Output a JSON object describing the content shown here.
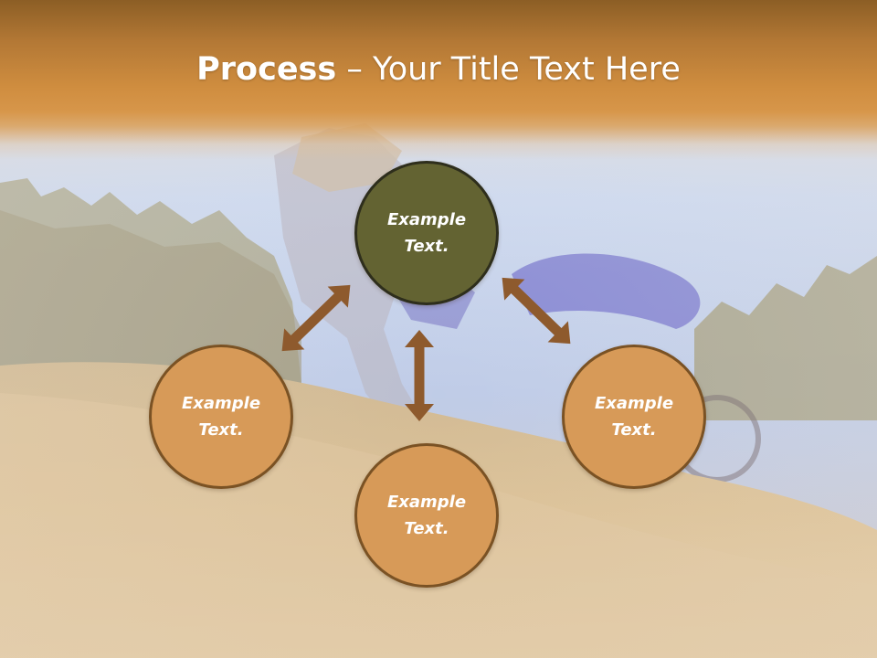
{
  "slide": {
    "title_bold": "Process",
    "title_rest": " – Your Title Text Here"
  },
  "nodes": {
    "center": {
      "line1": "Example",
      "line2": "Text."
    },
    "left": {
      "line1": "Example",
      "line2": "Text."
    },
    "bottom": {
      "line1": "Example",
      "line2": "Text."
    },
    "right": {
      "line1": "Example",
      "line2": "Text."
    }
  },
  "colors": {
    "header_orange": "#cf8d3f",
    "center_circle": "#636332",
    "outer_circle": "#d79a58",
    "arrow": "#8e5a2d"
  }
}
